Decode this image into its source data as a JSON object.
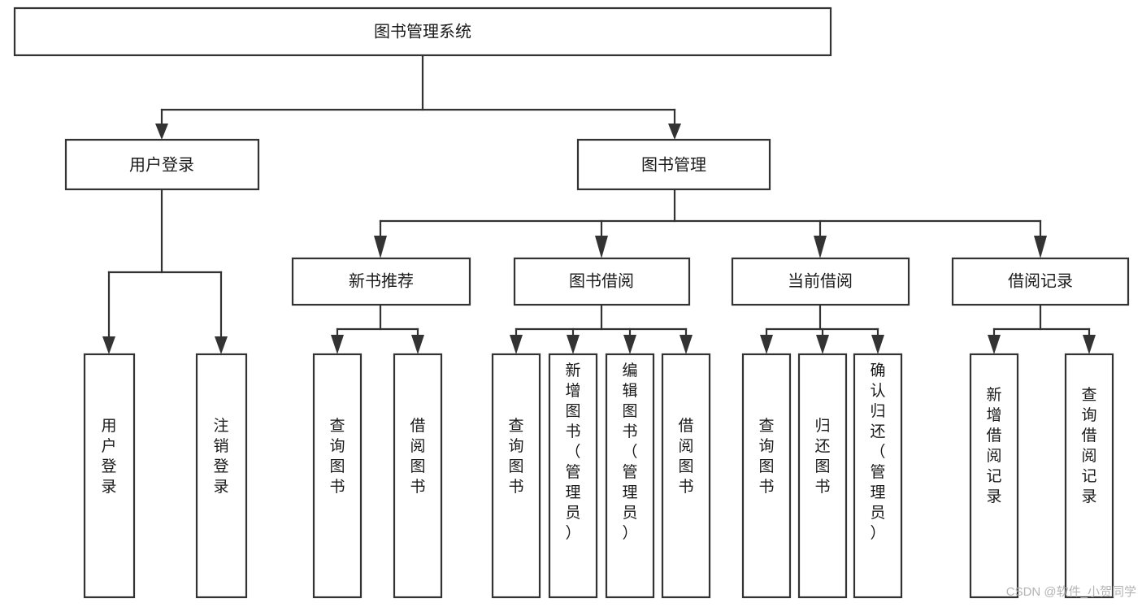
{
  "diagram": {
    "title": "图书管理系统",
    "type": "tree-hierarchy-chart",
    "root": {
      "label": "图书管理系统",
      "id": "root"
    },
    "level2": [
      {
        "id": "user-login",
        "label": "用户登录"
      },
      {
        "id": "book-manage",
        "label": "图书管理"
      }
    ],
    "level3": [
      {
        "id": "new-book-rec",
        "label": "新书推荐",
        "parent": "book-manage"
      },
      {
        "id": "book-borrow",
        "label": "图书借阅",
        "parent": "book-manage"
      },
      {
        "id": "current-borrow",
        "label": "当前借阅",
        "parent": "book-manage"
      },
      {
        "id": "borrow-record",
        "label": "借阅记录",
        "parent": "book-manage"
      }
    ],
    "leaves": {
      "user-login": [
        {
          "id": "leaf-user-login",
          "label": "用户登录"
        },
        {
          "id": "leaf-user-logout",
          "label": "注销登录"
        }
      ],
      "new-book-rec": [
        {
          "id": "leaf-query-book-1",
          "label": "查询图书"
        },
        {
          "id": "leaf-borrow-book-1",
          "label": "借阅图书"
        }
      ],
      "book-borrow": [
        {
          "id": "leaf-query-book-2",
          "label": "查询图书"
        },
        {
          "id": "leaf-add-book",
          "label": "新增图书（管理员）"
        },
        {
          "id": "leaf-edit-book",
          "label": "编辑图书（管理员）"
        },
        {
          "id": "leaf-borrow-book-2",
          "label": "借阅图书"
        }
      ],
      "current-borrow": [
        {
          "id": "leaf-query-book-3",
          "label": "查询图书"
        },
        {
          "id": "leaf-return-book",
          "label": "归还图书"
        },
        {
          "id": "leaf-confirm-return",
          "label": "确认归还（管理员）"
        }
      ],
      "borrow-record": [
        {
          "id": "leaf-add-record",
          "label": "新增借阅记录"
        },
        {
          "id": "leaf-query-record",
          "label": "查询借阅记录"
        }
      ]
    }
  },
  "watermark": {
    "text": "CSDN @软件_小贺同学"
  },
  "colors": {
    "background": "#ffffff",
    "node_fill": "#ffffff",
    "node_stroke": "#333333",
    "text": "#1a1a1a",
    "watermark": "#b4b4b4"
  }
}
